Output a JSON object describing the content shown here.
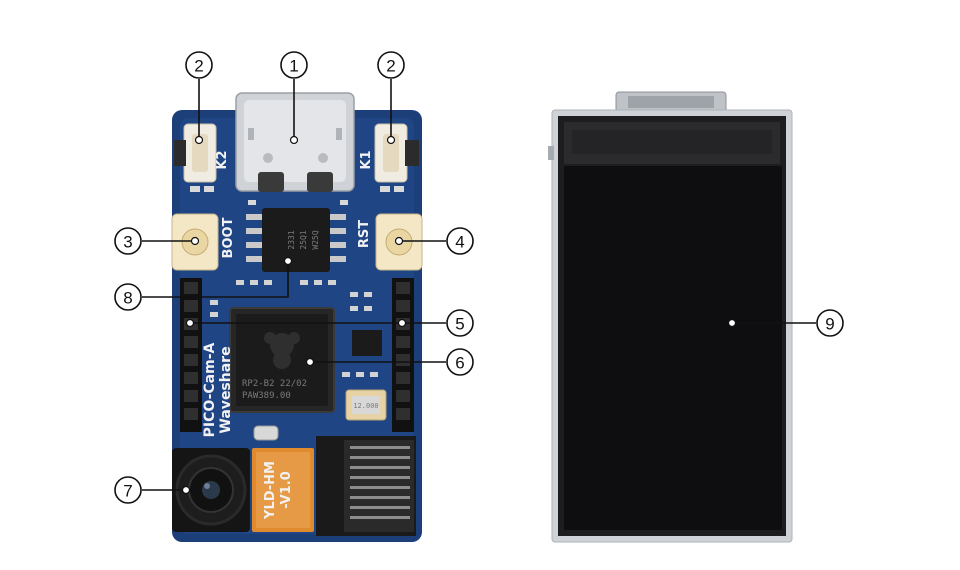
{
  "board": {
    "name_text": "PICO-Cam-A",
    "brand_text": "Waveshare",
    "boot_label": "BOOT",
    "reset_label": "RST",
    "key2_label": "K2",
    "key1_label": "K1",
    "rp_chip_line1": "RP2-B2  22/02",
    "rp_chip_line2": "PAW389.00",
    "flex_text_line1": "YLD-HM",
    "flex_text_line2": "-V1.0",
    "crystal_text": "12.000",
    "flash_text_1": "W25Q",
    "flash_text_2": "25Q1",
    "flash_text_3": "2331"
  },
  "callouts": [
    {
      "number": "1"
    },
    {
      "number": "2"
    },
    {
      "number": "2"
    },
    {
      "number": "3"
    },
    {
      "number": "4"
    },
    {
      "number": "8"
    },
    {
      "number": "5"
    },
    {
      "number": "6"
    },
    {
      "number": "7"
    },
    {
      "number": "9"
    }
  ],
  "colors": {
    "pcb": "#1c3f7a",
    "pcb_dark": "#152f5c",
    "chip": "#1b1b1b",
    "gold": "#d6b06a",
    "flex": "#e08a2e",
    "lcd_frame": "#cfd3d8",
    "lcd_screen": "#0e0e10"
  }
}
